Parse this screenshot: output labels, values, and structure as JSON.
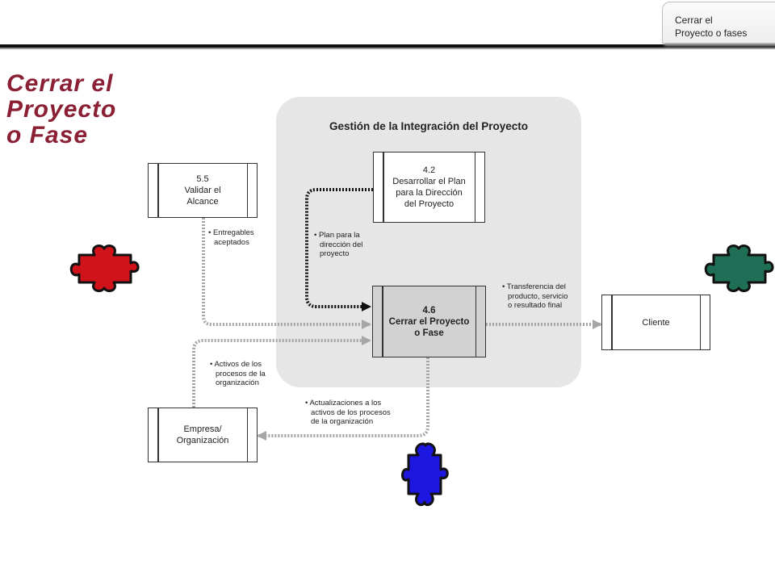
{
  "tab": {
    "line1": "Cerrar el",
    "line2": "Proyecto o fases"
  },
  "title": {
    "line1": "Cerrar el",
    "line2": "Proyecto",
    "line3": "o Fase"
  },
  "panel": {
    "title": "Gestión de la Integración del Proyecto"
  },
  "processes": {
    "validar": {
      "number": "5.5",
      "line1": "Validar el",
      "line2": "Alcance"
    },
    "plan": {
      "number": "4.2",
      "line1": "Desarrollar el Plan",
      "line2": "para la Dirección",
      "line3": "del Proyecto"
    },
    "cerrar": {
      "number": "4.6",
      "line1": "Cerrar el Proyecto",
      "line2": "o Fase"
    },
    "cliente": {
      "label": "Cliente"
    },
    "empresa": {
      "line1": "Empresa/",
      "line2": "Organización"
    }
  },
  "flows": {
    "entregables": {
      "line1": "• Entregables",
      "line2": "aceptados"
    },
    "plan_direccion": {
      "line1": "• Plan para la",
      "line2": "dirección del",
      "line3": "proyecto"
    },
    "transferencia": {
      "line1": "• Transferencia del",
      "line2": "producto, servicio",
      "line3": "o resultado final"
    },
    "activos": {
      "line1": "• Activos de los",
      "line2": "procesos de la",
      "line3": "organización"
    },
    "actualizaciones": {
      "line1": "• Actualizaciones a los",
      "line2": "activos de los procesos",
      "line3": "de la organización"
    }
  },
  "colors": {
    "title": "#8b2035",
    "piece_red": "#d0121b",
    "piece_green": "#1f6f57",
    "piece_blue": "#1d16e0",
    "panel_bg": "#e6e6e6",
    "arrow_gray": "#a6a6a6",
    "arrow_black": "#111111"
  },
  "icons": [
    "puzzle-piece-red-icon",
    "puzzle-piece-green-icon",
    "puzzle-piece-blue-icon"
  ]
}
